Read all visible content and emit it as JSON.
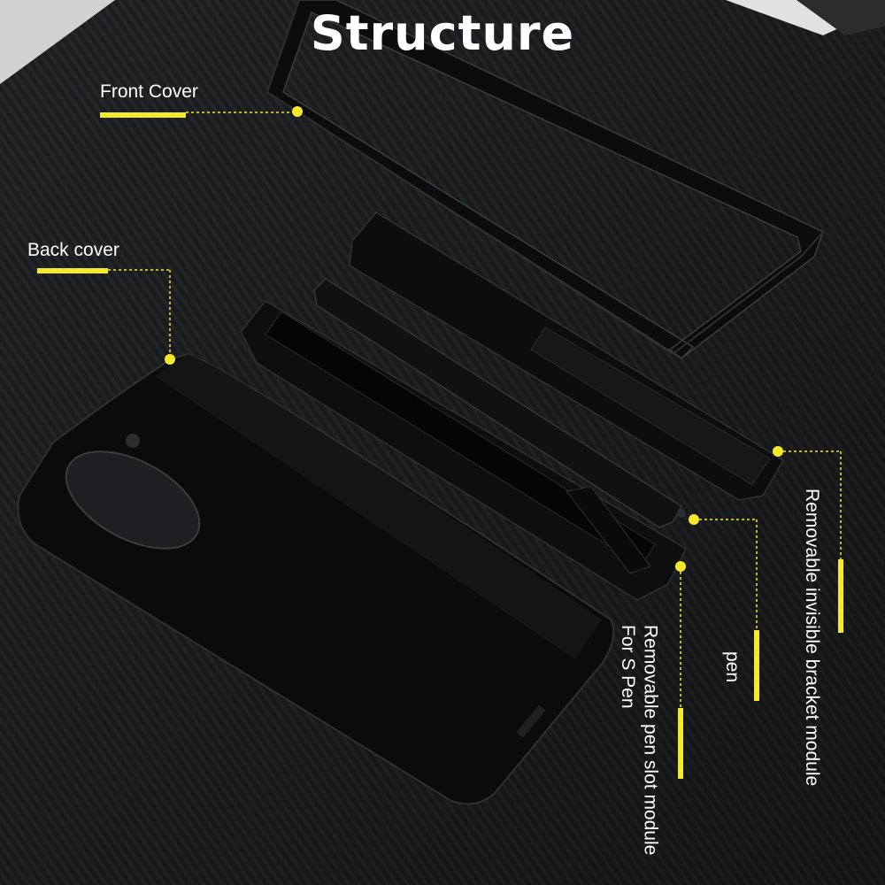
{
  "title": "Structure",
  "labels": {
    "front_cover": "Front Cover",
    "back_cover": "Back cover",
    "bracket_module": "Removable invisible bracket module",
    "pen": "pen",
    "pen_slot_line1": "Removable pen slot module",
    "pen_slot_line2": "For S Pen"
  },
  "colors": {
    "background": "#1b1d1f",
    "callout_accent": "#f5ea2a",
    "case": "#0d0d0e",
    "label_text": "#ffffff"
  }
}
